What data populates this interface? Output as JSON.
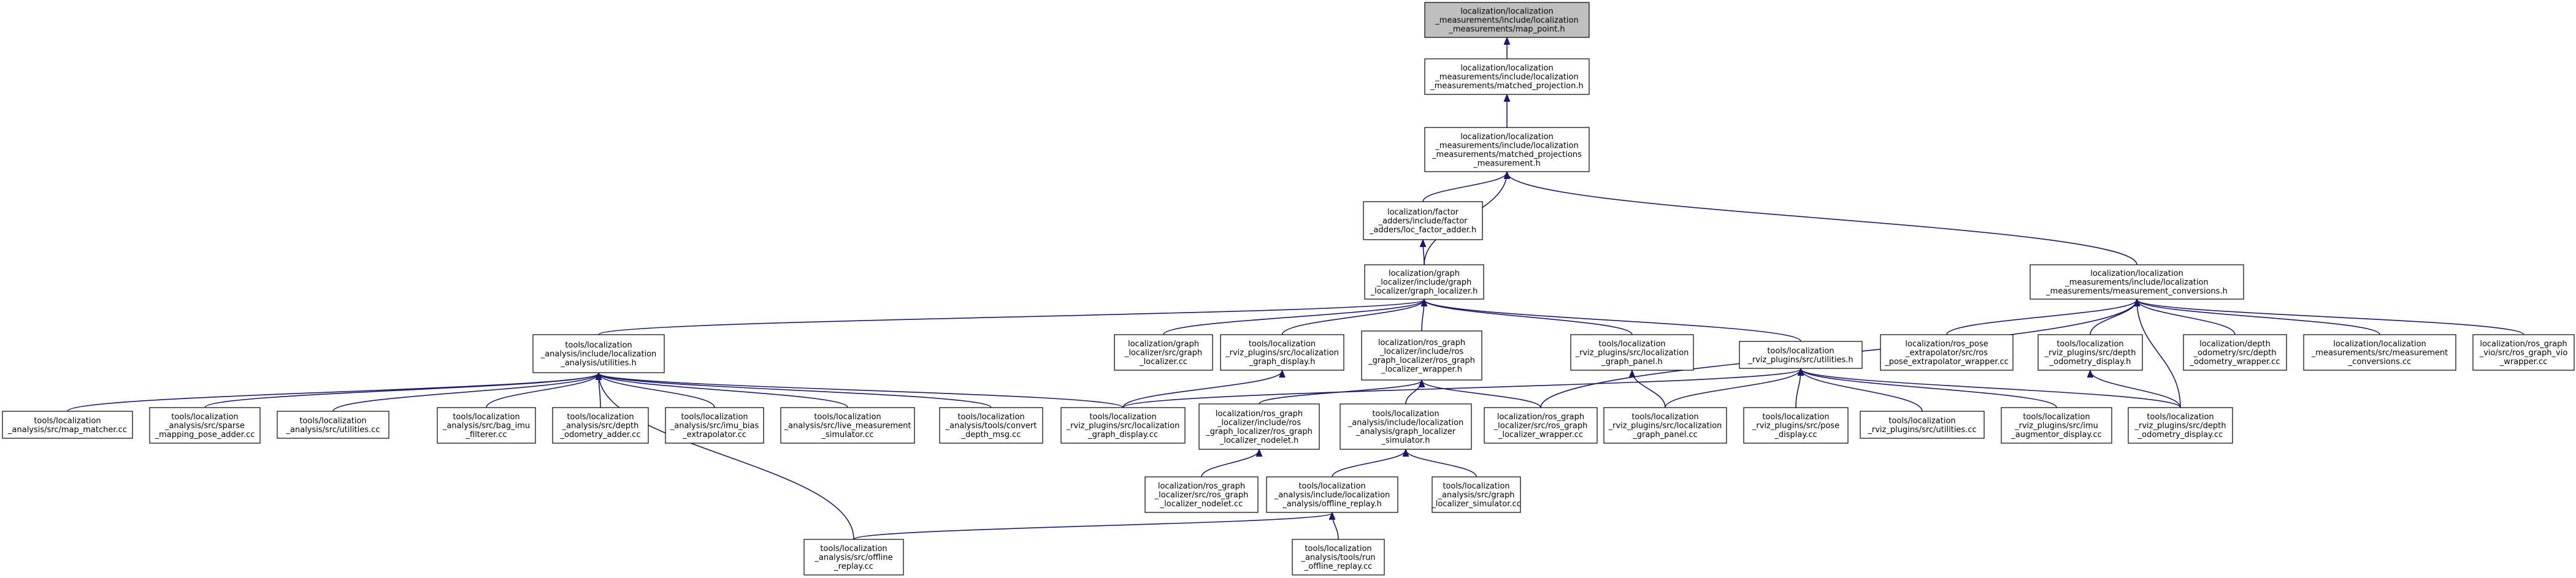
{
  "colors": {
    "edge": "#191970",
    "root_fill": "#bfbfbf",
    "node_fill": "#ffffff",
    "node_border": "#000000"
  },
  "nodes": [
    {
      "id": "map_point",
      "lines": [
        "localization/localization",
        "_measurements/include/localization",
        "_measurements/map_point.h"
      ]
    },
    {
      "id": "matched_projection",
      "lines": [
        "localization/localization",
        "_measurements/include/localization",
        "_measurements/matched_projection.h"
      ]
    },
    {
      "id": "matched_projections_measurement",
      "lines": [
        "localization/localization",
        "_measurements/include/localization",
        "_measurements/matched_projections",
        "_measurement.h"
      ]
    },
    {
      "id": "loc_factor_adder",
      "lines": [
        "localization/factor",
        "_adders/include/factor",
        "_adders/loc_factor_adder.h"
      ]
    },
    {
      "id": "graph_localizer_h",
      "lines": [
        "localization/graph",
        "_localizer/include/graph",
        "_localizer/graph_localizer.h"
      ]
    },
    {
      "id": "measurement_conversions_h",
      "lines": [
        "localization/localization",
        "_measurements/include/localization",
        "_measurements/measurement_conversions.h"
      ]
    },
    {
      "id": "analysis_utilities_h",
      "lines": [
        "tools/localization",
        "_analysis/include/localization",
        "_analysis/utilities.h"
      ]
    },
    {
      "id": "graph_localizer_cc",
      "lines": [
        "localization/graph",
        "_localizer/src/graph",
        "_localizer.cc"
      ]
    },
    {
      "id": "rviz_graph_display_h",
      "lines": [
        "tools/localization",
        "_rviz_plugins/src/localization",
        "_graph_display.h"
      ]
    },
    {
      "id": "ros_graph_localizer_wrapper_h",
      "lines": [
        "localization/ros_graph",
        "_localizer/include/ros",
        "_graph_localizer/ros_graph",
        "_localizer_wrapper.h"
      ]
    },
    {
      "id": "rviz_graph_panel_h",
      "lines": [
        "tools/localization",
        "_rviz_plugins/src/localization",
        "_graph_panel.h"
      ]
    },
    {
      "id": "rviz_utilities_h",
      "lines": [
        "tools/localization",
        "_rviz_plugins/src/utilities.h"
      ]
    },
    {
      "id": "ros_pose_extrapolator_wrapper_cc",
      "lines": [
        "localization/ros_pose",
        "_extrapolator/src/ros",
        "_pose_extrapolator_wrapper.cc"
      ]
    },
    {
      "id": "rviz_depth_odometry_display_h",
      "lines": [
        "tools/localization",
        "_rviz_plugins/src/depth",
        "_odometry_display.h"
      ]
    },
    {
      "id": "depth_odometry_wrapper_cc",
      "lines": [
        "localization/depth",
        "_odometry/src/depth",
        "_odometry_wrapper.cc"
      ]
    },
    {
      "id": "measurement_conversions_cc",
      "lines": [
        "localization/localization",
        "_measurements/src/measurement",
        "_conversions.cc"
      ]
    },
    {
      "id": "ros_graph_vio_wrapper_cc",
      "lines": [
        "localization/ros_graph",
        "_vio/src/ros_graph_vio",
        "_wrapper.cc"
      ]
    },
    {
      "id": "map_matcher_cc",
      "lines": [
        "tools/localization",
        "_analysis/src/map_matcher.cc"
      ]
    },
    {
      "id": "sparse_mapping_pose_adder_cc",
      "lines": [
        "tools/localization",
        "_analysis/src/sparse",
        "_mapping_pose_adder.cc"
      ]
    },
    {
      "id": "analysis_utilities_cc",
      "lines": [
        "tools/localization",
        "_analysis/src/utilities.cc"
      ]
    },
    {
      "id": "bag_imu_filterer_cc",
      "lines": [
        "tools/localization",
        "_analysis/src/bag_imu",
        "_filterer.cc"
      ]
    },
    {
      "id": "depth_odometry_adder_cc",
      "lines": [
        "tools/localization",
        "_analysis/src/depth",
        "_odometry_adder.cc"
      ]
    },
    {
      "id": "imu_bias_extrapolator_cc",
      "lines": [
        "tools/localization",
        "_analysis/src/imu_bias",
        "_extrapolator.cc"
      ]
    },
    {
      "id": "live_measurement_simulator_cc",
      "lines": [
        "tools/localization",
        "_analysis/src/live_measurement",
        "_simulator.cc"
      ]
    },
    {
      "id": "convert_depth_msg_cc",
      "lines": [
        "tools/localization",
        "_analysis/tools/convert",
        "_depth_msg.cc"
      ]
    },
    {
      "id": "rviz_graph_display_cc",
      "lines": [
        "tools/localization",
        "_rviz_plugins/src/localization",
        "_graph_display.cc"
      ]
    },
    {
      "id": "ros_graph_localizer_nodelet_h",
      "lines": [
        "localization/ros_graph",
        "_localizer/include/ros",
        "_graph_localizer/ros_graph",
        "_localizer_nodelet.h"
      ]
    },
    {
      "id": "graph_localizer_simulator_h",
      "lines": [
        "tools/localization",
        "_analysis/include/localization",
        "_analysis/graph_localizer",
        "_simulator.h"
      ]
    },
    {
      "id": "ros_graph_localizer_wrapper_cc",
      "lines": [
        "localization/ros_graph",
        "_localizer/src/ros_graph",
        "_localizer_wrapper.cc"
      ]
    },
    {
      "id": "rviz_graph_panel_cc",
      "lines": [
        "tools/localization",
        "_rviz_plugins/src/localization",
        "_graph_panel.cc"
      ]
    },
    {
      "id": "rviz_pose_display_cc",
      "lines": [
        "tools/localization",
        "_rviz_plugins/src/pose",
        "_display.cc"
      ]
    },
    {
      "id": "rviz_utilities_cc",
      "lines": [
        "tools/localization",
        "_rviz_plugins/src/utilities.cc"
      ]
    },
    {
      "id": "rviz_imu_augmentor_display_cc",
      "lines": [
        "tools/localization",
        "_rviz_plugins/src/imu",
        "_augmentor_display.cc"
      ]
    },
    {
      "id": "rviz_depth_odometry_display_cc",
      "lines": [
        "tools/localization",
        "_rviz_plugins/src/depth",
        "_odometry_display.cc"
      ]
    },
    {
      "id": "ros_graph_localizer_nodelet_cc",
      "lines": [
        "localization/ros_graph",
        "_localizer/src/ros_graph",
        "_localizer_nodelet.cc"
      ]
    },
    {
      "id": "offline_replay_h",
      "lines": [
        "tools/localization",
        "_analysis/include/localization",
        "_analysis/offline_replay.h"
      ]
    },
    {
      "id": "graph_localizer_simulator_cc",
      "lines": [
        "tools/localization",
        "_analysis/src/graph",
        "_localizer_simulator.cc"
      ]
    },
    {
      "id": "offline_replay_cc",
      "lines": [
        "tools/localization",
        "_analysis/src/offline",
        "_replay.cc"
      ]
    },
    {
      "id": "run_offline_replay_cc",
      "lines": [
        "tools/localization",
        "_analysis/tools/run",
        "_offline_replay.cc"
      ]
    }
  ]
}
